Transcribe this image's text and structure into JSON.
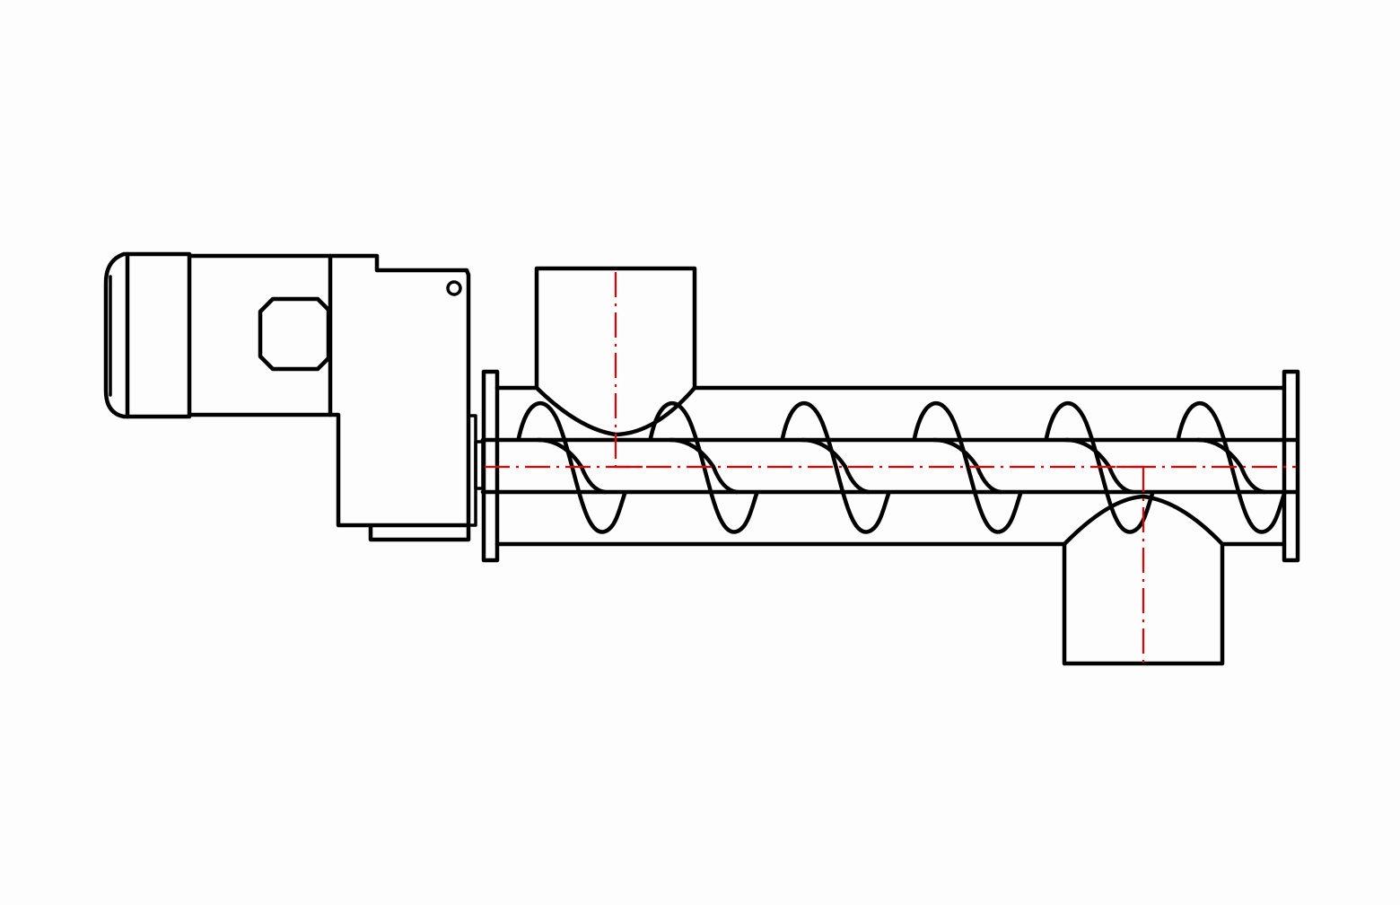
{
  "diagram": {
    "type": "screw-conveyor-technical-drawing",
    "colors": {
      "background": "#fdfdfd",
      "outline": "#000000",
      "centerline": "#e00000"
    },
    "parts": [
      "drive-motor",
      "gearbox",
      "inlet-flange",
      "end-flange",
      "trough-tube",
      "inlet-hopper",
      "screw-shaft",
      "screw-flights",
      "outlet-chute"
    ],
    "screw": {
      "flight_count": 6
    }
  }
}
